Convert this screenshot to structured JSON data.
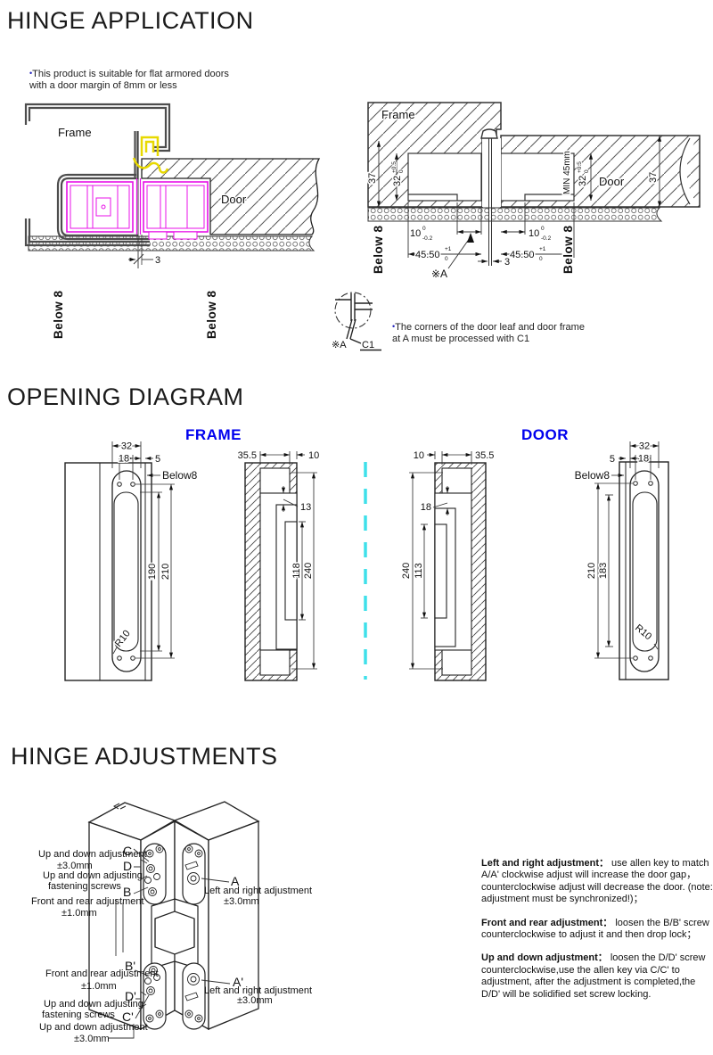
{
  "section1": {
    "title": "HINGE APPLICATION",
    "note": {
      "bullet": "•",
      "line1": "This product is suitable for flat armored doors",
      "line2": "with a door margin of 8mm or less"
    },
    "left": {
      "frame": "Frame",
      "door": "Door",
      "below8_l": "Below 8",
      "below8_r": "Below 8",
      "dim3": "3"
    },
    "right": {
      "frame": "Frame",
      "door": "Door",
      "below8_l": "Below 8",
      "below8_r": "Below 8",
      "d37l": "37",
      "d32l": "32",
      "d32l_sup": "+0.5",
      "d32l_sub": "0",
      "min45": "MIN 45mm",
      "d32r": "32",
      "d32r_sup": "+0.5",
      "d32r_sub": "0",
      "d37r": "37",
      "d10l": "10",
      "d10l_sup": "0",
      "d10l_sub": "-0.2",
      "d10r": "10",
      "d10r_sup": "0",
      "d10r_sub": "-0.2",
      "d4550l": "45.50",
      "d4550l_sup": "+1",
      "d4550l_sub": "0",
      "d4550r": "45.50",
      "d4550r_sup": "+1",
      "d4550r_sub": "0",
      "refA": "※A",
      "dim3": "3"
    },
    "detail": {
      "refA": "※A",
      "c1": "C1",
      "bullet": "•",
      "note1": "The corners of the door leaf and door frame",
      "note2": "at A must be processed with C1"
    }
  },
  "section2": {
    "title": "OPENING DIAGRAM",
    "frame_header": "FRAME",
    "door_header": "DOOR",
    "frame_face": {
      "d32": "32",
      "d18": "18",
      "d5": "5",
      "below8": "Below8",
      "d190": "190",
      "d210": "210",
      "r10": "R10"
    },
    "frame_section": {
      "d355": "35.5",
      "d10": "10",
      "d13": "13",
      "d118": "118",
      "d240": "240"
    },
    "door_section": {
      "d10": "10",
      "d355": "35.5",
      "d18": "18",
      "d240": "240",
      "d113": "113"
    },
    "door_face": {
      "d32": "32",
      "d18": "18",
      "d5": "5",
      "below8": "Below8",
      "d210": "210",
      "d183": "183",
      "r10": "R10"
    }
  },
  "section3": {
    "title": "HINGE ADJUSTMENTS",
    "marks": {
      "c": "C",
      "d": "D",
      "b": "B",
      "a": "A",
      "b2": "B'",
      "d2": "D'",
      "c2": "C'",
      "a2": "A'"
    },
    "labels": {
      "updown1": "Up and down adjustment",
      "updown1v": "±3.0mm",
      "fasten1a": "Up and down adjusting",
      "fasten1b": "fastening screws",
      "frontrear1": "Front and rear adjustment",
      "frontrear1v": "±1.0mm",
      "leftright1": "Left and right adjustment",
      "leftright1v": "±3.0mm",
      "frontrear2": "Front and rear adjustment",
      "frontrear2v": "±1.0mm",
      "fasten2a": "Up and down adjusting",
      "fasten2b": "fastening screws",
      "updown2": "Up and down adjustment",
      "updown2v": "±3.0mm",
      "leftright2": "Left and right adjustment",
      "leftright2v": "±3.0mm"
    },
    "instructions": [
      {
        "title": "Left and right adjustment：",
        "body": " use allen key to match A/A' clockwise adjust will increase the door gap，counterclockwise adjust will decrease the door. (note: adjustment must be synchronized!)；"
      },
      {
        "title": "Front and rear adjustment：",
        "body": " loosen the B/B' screw counterclockwise to adjust it and then drop lock；"
      },
      {
        "title": "Up and down adjustment：",
        "body": " loosen the D/D' screw counterclockwise,use the allen key via C/C' to adjustment, after the adjustment is completed,the D/D' will be solidified set screw locking."
      }
    ]
  },
  "colors": {
    "accent_blue": "#0000ee",
    "hinge_magenta": "#e811e8",
    "seal_yellow": "#e8d900",
    "centerline_cyan": "#3fe0ea"
  }
}
